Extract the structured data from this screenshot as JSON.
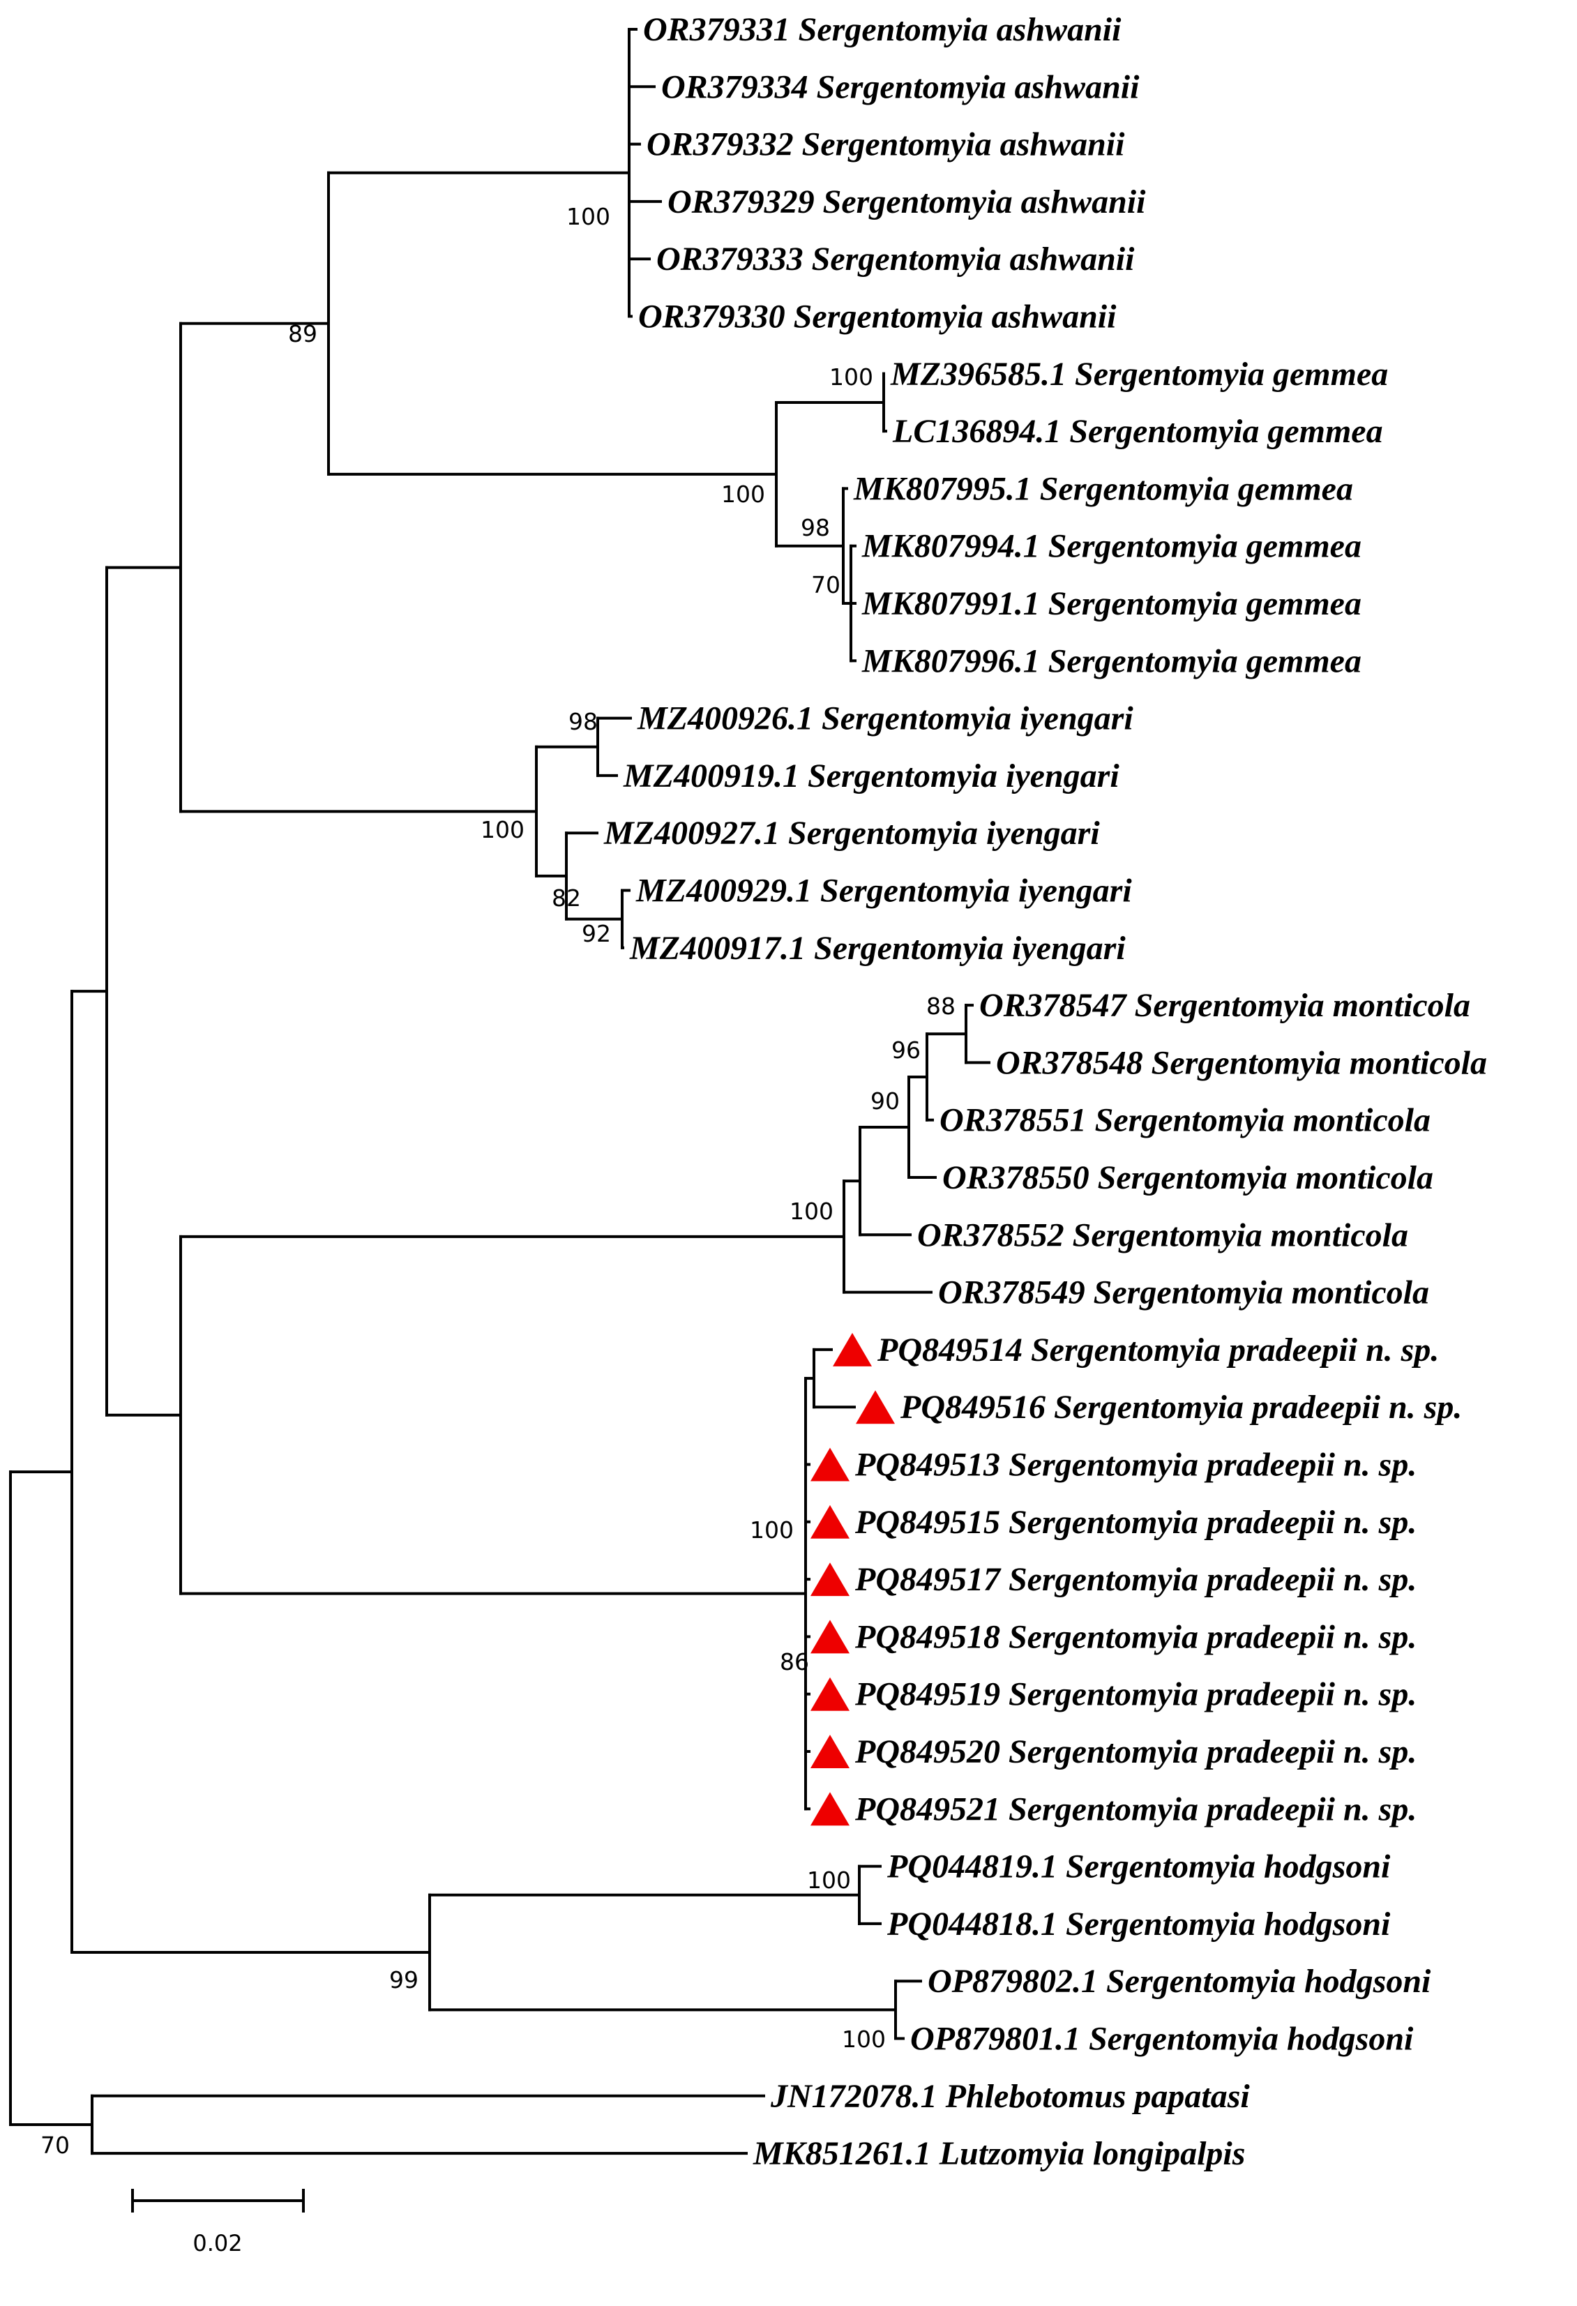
{
  "tree": {
    "nodes": [
      {
        "id": "n_root",
        "children": [
          "n_ingroup",
          "n_outgroup"
        ]
      },
      {
        "id": "n_outgroup",
        "children": [
          "t_jn172078",
          "t_mk851261"
        ],
        "support": "70"
      },
      {
        "id": "n_ingroup",
        "children": [
          "n_a",
          "n_hodgsoni"
        ]
      },
      {
        "id": "n_a",
        "children": [
          "n_b",
          "n_mon_prad"
        ]
      },
      {
        "id": "n_b",
        "children": [
          "n_ash_gem",
          "n_iyengari"
        ]
      },
      {
        "id": "n_ash_gem",
        "children": [
          "n_ashwanii",
          "n_gemmea"
        ],
        "support": "89"
      },
      {
        "id": "n_ashwanii",
        "children": [
          "t_or379331",
          "t_or379334",
          "t_or379332",
          "t_or379329",
          "t_or379333",
          "t_or379330"
        ],
        "support": "100"
      },
      {
        "id": "n_gemmea",
        "children": [
          "n_gem1",
          "n_gem2"
        ],
        "support": "100"
      },
      {
        "id": "n_gem1",
        "children": [
          "t_mz396585",
          "t_lc136894"
        ],
        "support": "100"
      },
      {
        "id": "n_gem2",
        "children": [
          "t_mk807995",
          "n_gem3"
        ],
        "support": "98"
      },
      {
        "id": "n_gem3",
        "children": [
          "t_mk807994",
          "t_mk807991",
          "t_mk807996"
        ],
        "support": "70"
      },
      {
        "id": "n_iyengari",
        "children": [
          "n_iy1",
          "n_iy2"
        ],
        "support": "100"
      },
      {
        "id": "n_iy1",
        "children": [
          "t_mz400926",
          "t_mz400919"
        ],
        "support": "98"
      },
      {
        "id": "n_iy2",
        "children": [
          "t_mz400927",
          "n_iy3"
        ],
        "support": "82"
      },
      {
        "id": "n_iy3",
        "children": [
          "t_mz400929",
          "t_mz400917"
        ],
        "support": "92"
      },
      {
        "id": "n_mon_prad",
        "children": [
          "n_monticola",
          "n_pradeepii"
        ]
      },
      {
        "id": "n_monticola",
        "children": [
          "n_mon2",
          "t_or378549"
        ],
        "support": "100"
      },
      {
        "id": "n_mon2",
        "children": [
          "n_mon3",
          "t_or378552"
        ],
        "support": "90"
      },
      {
        "id": "n_mon3",
        "children": [
          "n_mon4",
          "t_or378550"
        ]
      },
      {
        "id": "n_mon4",
        "children": [
          "n_mon5",
          "t_or378551"
        ],
        "support": "96"
      },
      {
        "id": "n_mon5",
        "children": [
          "t_or378547",
          "t_or378548"
        ],
        "support": "88"
      },
      {
        "id": "n_pradeepii",
        "children": [
          "n_prad2",
          "t_pq849513",
          "t_pq849515",
          "t_pq849517",
          "t_pq849518",
          "t_pq849519",
          "t_pq849520",
          "t_pq849521"
        ],
        "support": "100"
      },
      {
        "id": "n_prad2",
        "children": [
          "t_pq849514",
          "t_pq849516"
        ],
        "support": "86"
      },
      {
        "id": "n_hodgsoni",
        "children": [
          "n_hod1",
          "n_hod2"
        ],
        "support": "99"
      },
      {
        "id": "n_hod1",
        "children": [
          "t_pq044819",
          "t_pq044818"
        ],
        "support": "100"
      },
      {
        "id": "n_hod2",
        "children": [
          "t_op879802",
          "t_op879801"
        ],
        "support": "100"
      }
    ],
    "taxa": [
      {
        "id": "t_or379331",
        "label": "OR379331 Sergentomyia ashwanii"
      },
      {
        "id": "t_or379334",
        "label": "OR379334 Sergentomyia ashwanii"
      },
      {
        "id": "t_or379332",
        "label": "OR379332 Sergentomyia ashwanii"
      },
      {
        "id": "t_or379329",
        "label": "OR379329 Sergentomyia ashwanii"
      },
      {
        "id": "t_or379333",
        "label": "OR379333 Sergentomyia ashwanii"
      },
      {
        "id": "t_or379330",
        "label": "OR379330 Sergentomyia ashwanii"
      },
      {
        "id": "t_mz396585",
        "label": "MZ396585.1 Sergentomyia gemmea"
      },
      {
        "id": "t_lc136894",
        "label": "LC136894.1 Sergentomyia gemmea"
      },
      {
        "id": "t_mk807995",
        "label": "MK807995.1 Sergentomyia gemmea"
      },
      {
        "id": "t_mk807994",
        "label": "MK807994.1 Sergentomyia gemmea"
      },
      {
        "id": "t_mk807991",
        "label": "MK807991.1 Sergentomyia gemmea"
      },
      {
        "id": "t_mk807996",
        "label": "MK807996.1 Sergentomyia gemmea"
      },
      {
        "id": "t_mz400926",
        "label": "MZ400926.1 Sergentomyia iyengari"
      },
      {
        "id": "t_mz400919",
        "label": "MZ400919.1 Sergentomyia iyengari"
      },
      {
        "id": "t_mz400927",
        "label": "MZ400927.1 Sergentomyia iyengari"
      },
      {
        "id": "t_mz400929",
        "label": "MZ400929.1 Sergentomyia iyengari"
      },
      {
        "id": "t_mz400917",
        "label": "MZ400917.1 Sergentomyia iyengari"
      },
      {
        "id": "t_or378547",
        "label": "OR378547 Sergentomyia monticola"
      },
      {
        "id": "t_or378548",
        "label": "OR378548 Sergentomyia monticola"
      },
      {
        "id": "t_or378551",
        "label": "OR378551 Sergentomyia monticola"
      },
      {
        "id": "t_or378550",
        "label": "OR378550 Sergentomyia monticola"
      },
      {
        "id": "t_or378552",
        "label": "OR378552 Sergentomyia monticola"
      },
      {
        "id": "t_or378549",
        "label": "OR378549 Sergentomyia monticola"
      },
      {
        "id": "t_pq849514",
        "label": "PQ849514 Sergentomyia pradeepii  n. sp.",
        "marker": "red-triangle"
      },
      {
        "id": "t_pq849516",
        "label": "PQ849516 Sergentomyia pradeepii  n. sp.",
        "marker": "red-triangle"
      },
      {
        "id": "t_pq849513",
        "label": "PQ849513 Sergentomyia pradeepii  n. sp.",
        "marker": "red-triangle"
      },
      {
        "id": "t_pq849515",
        "label": "PQ849515 Sergentomyia pradeepii  n. sp.",
        "marker": "red-triangle"
      },
      {
        "id": "t_pq849517",
        "label": "PQ849517 Sergentomyia pradeepii  n. sp.",
        "marker": "red-triangle"
      },
      {
        "id": "t_pq849518",
        "label": "PQ849518 Sergentomyia pradeepii  n. sp.",
        "marker": "red-triangle"
      },
      {
        "id": "t_pq849519",
        "label": "PQ849519 Sergentomyia pradeepii  n. sp.",
        "marker": "red-triangle"
      },
      {
        "id": "t_pq849520",
        "label": "PQ849520 Sergentomyia pradeepii  n. sp.",
        "marker": "red-triangle"
      },
      {
        "id": "t_pq849521",
        "label": "PQ849521 Sergentomyia pradeepii  n. sp.",
        "marker": "red-triangle"
      },
      {
        "id": "t_pq044819",
        "label": "PQ044819.1 Sergentomyia hodgsoni"
      },
      {
        "id": "t_pq044818",
        "label": "PQ044818.1 Sergentomyia hodgsoni"
      },
      {
        "id": "t_op879802",
        "label": "OP879802.1 Sergentomyia hodgsoni"
      },
      {
        "id": "t_op879801",
        "label": "OP879801.1 Sergentomyia hodgsoni"
      },
      {
        "id": "t_jn172078",
        "label": "JN172078.1 Phlebotomus papatasi"
      },
      {
        "id": "t_mk851261",
        "label": "MK851261.1 Lutzomyia longipalpis"
      }
    ]
  },
  "scale_bar": {
    "label": "0.02"
  },
  "colors": {
    "branch": "#000000",
    "marker": "#ee0000"
  }
}
